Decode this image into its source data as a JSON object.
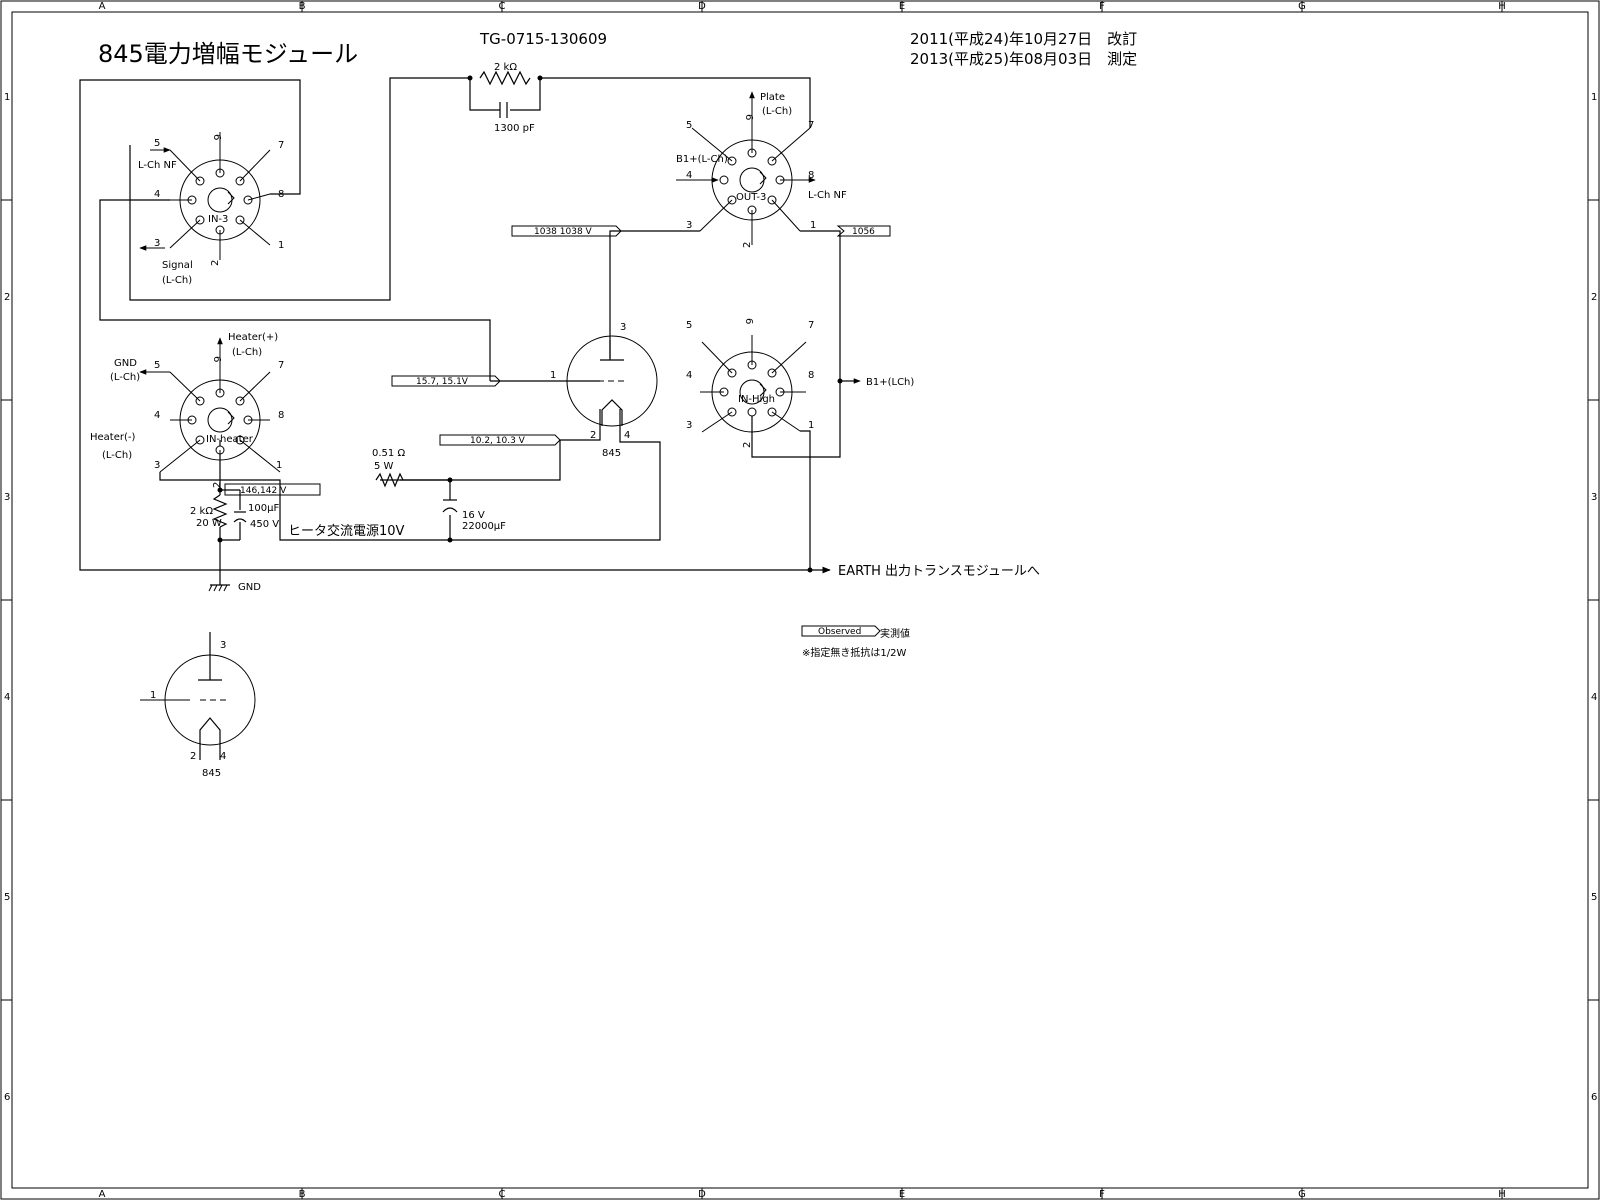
{
  "title": "845電力増幅モジュール",
  "drawing_number": "TG-0715-130609",
  "revisions": [
    {
      "text": "2011(平成24)年10月27日　改訂"
    },
    {
      "text": "2013(平成25)年08月03日　測定"
    }
  ],
  "border": {
    "columns": [
      "A",
      "B",
      "C",
      "D",
      "E",
      "F",
      "G",
      "H"
    ],
    "rows": [
      "1",
      "2",
      "3",
      "4",
      "5",
      "6"
    ]
  },
  "in3": {
    "name": "IN-3",
    "pins": [
      "1",
      "2",
      "3",
      "4",
      "5",
      "6",
      "7",
      "8"
    ],
    "nf_label": "L-Ch NF",
    "signal_label": "Signal",
    "signal_ch": "(L-Ch)"
  },
  "out3": {
    "name": "OUT-3",
    "pins": [
      "1",
      "2",
      "3",
      "4",
      "5",
      "6",
      "7",
      "8"
    ],
    "plate_label": "Plate",
    "plate_ch": "(L-Ch)",
    "b1_label": "B1+(L-Ch)",
    "nf_label": "L-Ch NF"
  },
  "in_heater": {
    "name": "IN-heater",
    "pins": [
      "1",
      "2",
      "3",
      "4",
      "5",
      "6",
      "7",
      "8"
    ],
    "heater_plus": "Heater(+)",
    "heater_plus_ch": "(L-Ch)",
    "gnd_label": "GND",
    "gnd_ch": "(L-Ch)",
    "heater_minus": "Heater(-)",
    "heater_minus_ch": "(L-Ch)"
  },
  "in_high": {
    "name": "IN-High",
    "pins": [
      "1",
      "2",
      "3",
      "4",
      "5",
      "6",
      "7",
      "8"
    ],
    "b1_label": "B1+(LCh)"
  },
  "tube": {
    "name": "845",
    "pins": [
      "1",
      "2",
      "3",
      "4"
    ]
  },
  "legend_tube": {
    "name": "845",
    "pins": [
      "1",
      "2",
      "3",
      "4"
    ]
  },
  "components": {
    "nf_resistor": "2 kΩ",
    "nf_cap": "1300 pF",
    "heater_resistor_value": "0.51 Ω",
    "heater_resistor_power": "5 W",
    "heater_cap_voltage": "16 V",
    "heater_cap_value": "22000μF",
    "bias_resistor_value": "2 kΩ",
    "bias_resistor_power": "20 W",
    "bias_cap_value": "100μF",
    "bias_cap_voltage": "450 V"
  },
  "measurements": {
    "plate": "1038 1038 V",
    "b1": "1056",
    "grid": "15.7, 15.1V",
    "filament": "10.2, 10.3 V",
    "cathode": "146,142 V"
  },
  "notes": {
    "heater_supply": "ヒータ交流電源10V",
    "earth": "EARTH  出力トランスモジュールへ",
    "gnd": "GND",
    "observed_tag": "Observed",
    "observed_label": "実測値",
    "resistor_note": "※指定無き抵抗は1/2W"
  }
}
